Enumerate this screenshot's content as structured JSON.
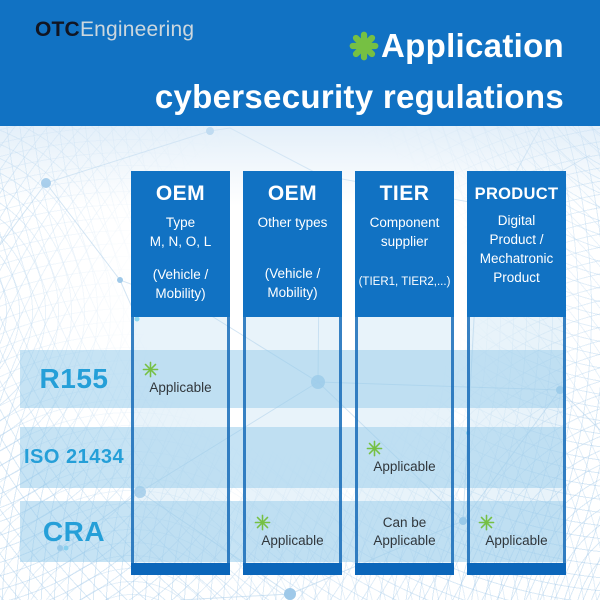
{
  "brand": {
    "name_bold": "OTC",
    "name_light": "Engineering"
  },
  "title": {
    "line1": "Application",
    "line2": "cybersecurity regulations"
  },
  "columns": [
    {
      "title": "OEM",
      "subtitle": "Type\nM, N, O, L",
      "note": "(Vehicle /\nMobility)"
    },
    {
      "title": "OEM",
      "subtitle": "Other types",
      "note": "(Vehicle /\nMobility)"
    },
    {
      "title": "TIER",
      "subtitle": "Component\nsupplier",
      "note": "(TIER1, TIER2,...)"
    },
    {
      "title": "PRODUCT",
      "subtitle": "Digital\nProduct /\nMechatronic\nProduct",
      "note": ""
    }
  ],
  "matrix": {
    "rows": [
      {
        "label": "R155",
        "cells": {
          "oem_type": {
            "marker": "asterisk",
            "text": "Applicable"
          }
        }
      },
      {
        "label": "ISO 21434",
        "cells": {
          "tier": {
            "marker": "asterisk",
            "text": "Applicable"
          }
        }
      },
      {
        "label": "CRA",
        "cells": {
          "oem_other": {
            "marker": "asterisk",
            "text": "Applicable"
          },
          "tier": {
            "marker": "none",
            "text": "Can be\nApplicable"
          },
          "product": {
            "marker": "asterisk",
            "text": "Applicable"
          }
        }
      }
    ]
  },
  "colors": {
    "banner_blue": "#1172c3",
    "column_header_blue": "#1172c3",
    "column_footer_blue": "#0b66ba",
    "band_light_blue": "#c9e5f4",
    "row_label_blue": "#259fd8",
    "marker_green": "#76c043",
    "cell_text": "#30363b",
    "logo_dark": "#111522",
    "logo_light": "#ccd7de"
  }
}
